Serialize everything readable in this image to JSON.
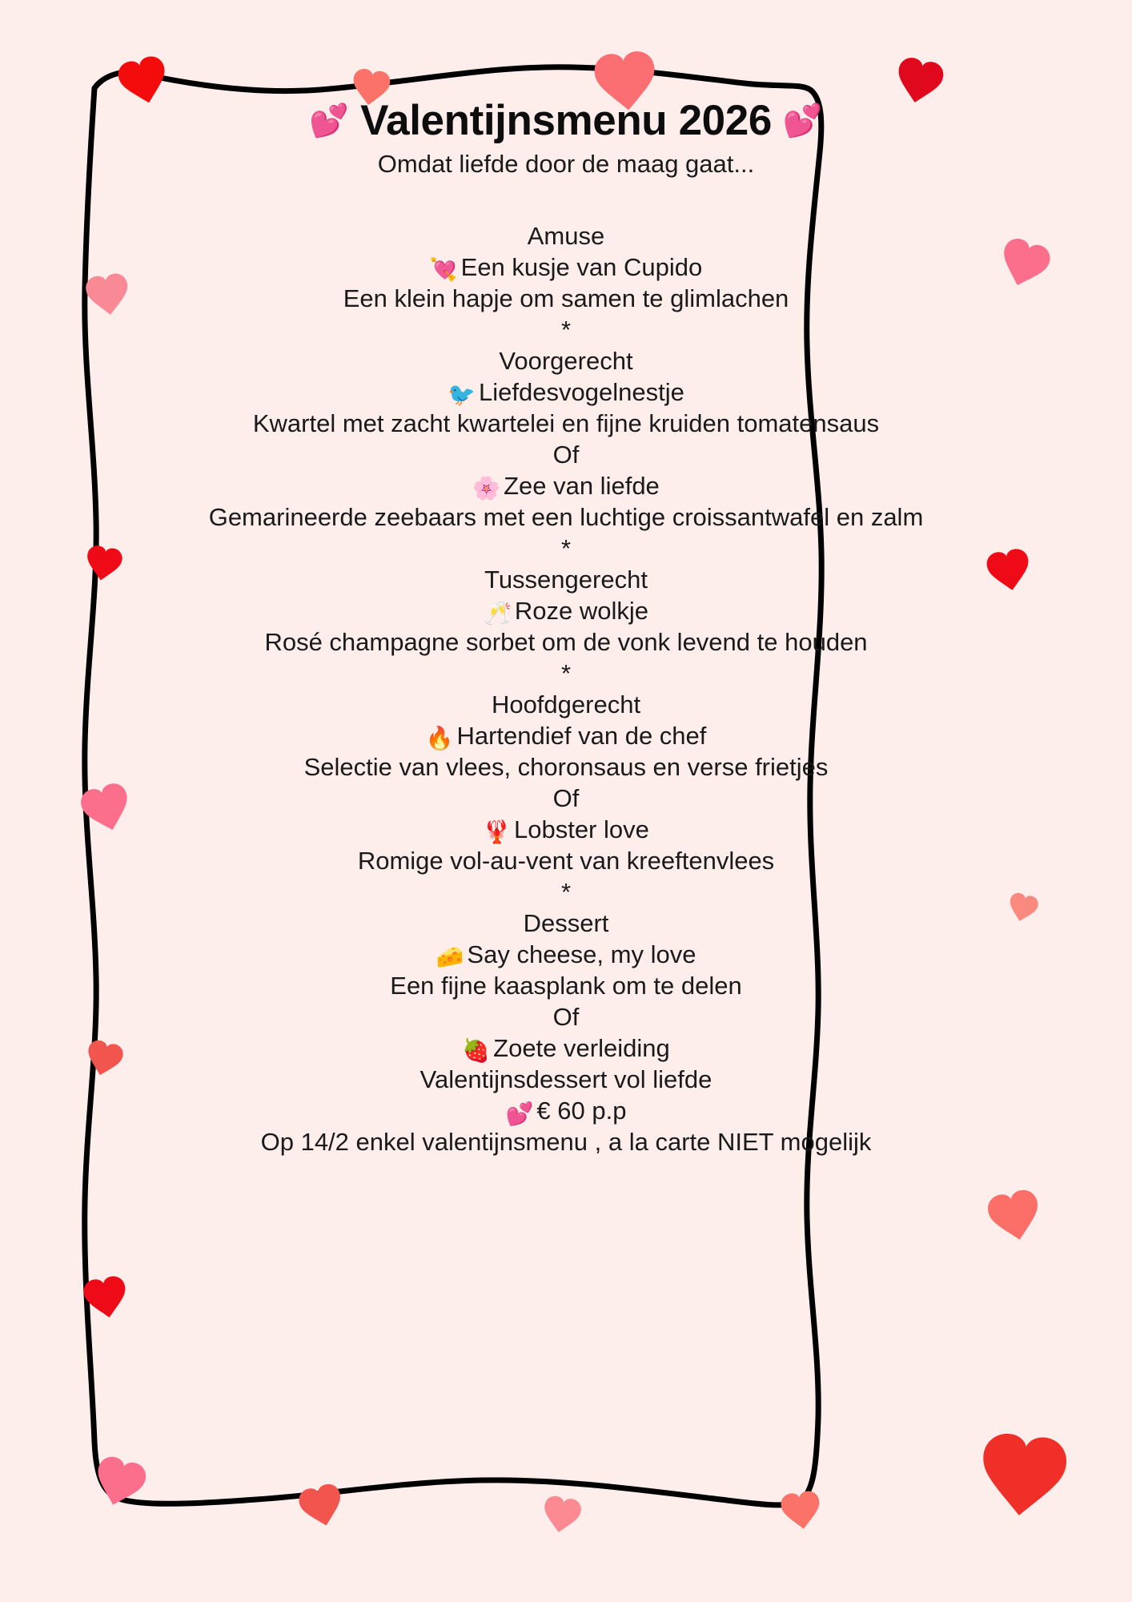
{
  "page": {
    "background_color": "#fdeeec",
    "text_color": "#1a1a1a",
    "frame_stroke_color": "#000000"
  },
  "header": {
    "title": "Valentijnsmenu 2026",
    "title_emoji_left": "💕",
    "title_emoji_right": "💕",
    "subtitle": "Omdat liefde door de maag gaat..."
  },
  "separator": "*",
  "courses": [
    {
      "heading": "Amuse",
      "dishes": [
        {
          "emoji": "💘",
          "emoji_name": "heart-with-arrow-icon",
          "name": "Een kusje van Cupido",
          "description": "Een klein hapje om samen te glimlachen"
        }
      ],
      "or_label": ""
    },
    {
      "heading": "Voorgerecht",
      "dishes": [
        {
          "emoji": "🐦",
          "emoji_name": "bird-icon",
          "name": "Liefdesvogelnestje",
          "description": "Kwartel met zacht kwartelei en fijne kruiden tomatensaus"
        },
        {
          "emoji": "🌸",
          "emoji_name": "cherry-blossom-icon",
          "name": "Zee van liefde",
          "description": "Gemarineerde zeebaars met een luchtige croissantwafel en zalm"
        }
      ],
      "or_label": "Of"
    },
    {
      "heading": "Tussengerecht",
      "dishes": [
        {
          "emoji": "🥂",
          "emoji_name": "clinking-glasses-icon",
          "name": "Roze wolkje",
          "description": "Rosé champagne sorbet om de vonk levend te houden"
        }
      ],
      "or_label": ""
    },
    {
      "heading": "Hoofdgerecht",
      "dishes": [
        {
          "emoji": "🔥",
          "emoji_name": "fire-icon",
          "name": "Hartendief van de chef",
          "description": "Selectie van vlees, choronsaus en verse frietjes"
        },
        {
          "emoji": "🦞",
          "emoji_name": "lobster-icon",
          "name": "Lobster love",
          "description": "Romige vol-au-vent van kreeftenvlees"
        }
      ],
      "or_label": "Of"
    },
    {
      "heading": "Dessert",
      "dishes": [
        {
          "emoji": "🧀",
          "emoji_name": "cheese-icon",
          "name": "Say cheese, my love",
          "description": "Een fijne kaasplank om te delen"
        },
        {
          "emoji": "🍓",
          "emoji_name": "strawberry-icon",
          "name": "Zoete verleiding",
          "description": "Valentijnsdessert vol liefde"
        }
      ],
      "or_label": "Of"
    }
  ],
  "footer": {
    "price_emoji": "💕",
    "price": "€ 60 p.p",
    "note": "Op 14/2 enkel valentijnsmenu , a la carte NIET mogelijk"
  },
  "decoration": {
    "heart_colors": {
      "bright_red": "#f40c0c",
      "crimson": "#e8274b",
      "salmon": "#fa7268",
      "pink": "#fb6f8c",
      "light_pink": "#f98a95"
    }
  }
}
